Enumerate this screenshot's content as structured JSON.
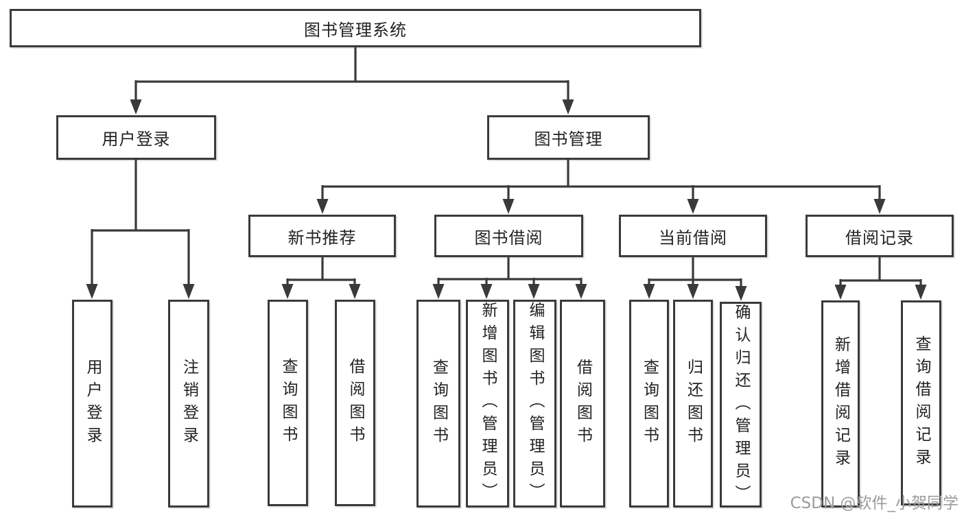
{
  "tree": {
    "root": "图书管理系统",
    "children": [
      {
        "label": "用户登录",
        "children": [
          "用户登录",
          "注销登录"
        ]
      },
      {
        "label": "图书管理",
        "children": [
          {
            "label": "新书推荐",
            "children": [
              "查询图书",
              "借阅图书"
            ]
          },
          {
            "label": "图书借阅",
            "children": [
              "查询图书",
              "新增图书（管理员）",
              "编辑图书（管理员）",
              "借阅图书"
            ]
          },
          {
            "label": "当前借阅",
            "children": [
              "查询图书",
              "归还图书",
              "确认归还（管理员）"
            ]
          },
          {
            "label": "借阅记录",
            "children": [
              "新增借阅记录",
              "查询借阅记录"
            ]
          }
        ]
      }
    ]
  },
  "watermark": "CSDN @软件_小贺同学",
  "colors": {
    "line": "#3a3a3a",
    "border": "#3a3a3a",
    "text": "#222222",
    "watermark": "#9b9b9b",
    "background": "#ffffff"
  }
}
